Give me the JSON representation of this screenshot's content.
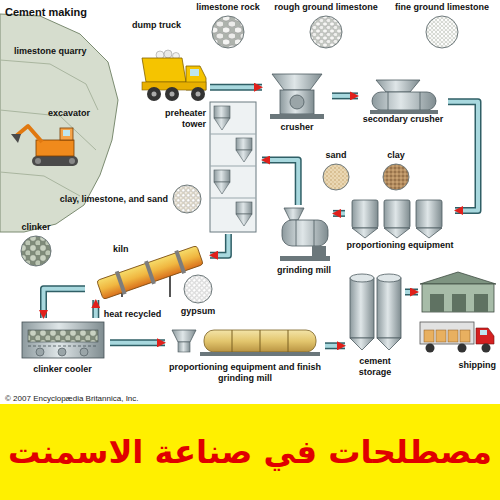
{
  "diagram": {
    "title": "Cement making",
    "caption": "مصطلحات في صناعة الاسمنت",
    "nodes": [
      {
        "text": [
          "limestone rock"
        ]
      },
      {
        "text": [
          "rough ground limestone"
        ]
      },
      {
        "text": [
          "fine ground limestone"
        ]
      },
      {
        "text": [
          "dump truck"
        ]
      },
      {
        "text": [
          "crusher"
        ]
      },
      {
        "text": [
          "secondary crusher"
        ]
      },
      {
        "text": [
          "excavator"
        ]
      },
      {
        "text": [
          "preheater tower"
        ]
      },
      {
        "text": [
          "sand"
        ]
      },
      {
        "text": [
          "clay"
        ]
      },
      {
        "text": [
          "clay, limestone, and sand"
        ]
      },
      {
        "text": [
          "proportioning equipment"
        ]
      },
      {
        "text": [
          "clinker"
        ]
      },
      {
        "text": [
          "kiln"
        ]
      },
      {
        "text": [
          "grinding mill"
        ]
      },
      {
        "text": [
          "gypsum"
        ]
      },
      {
        "text": [
          "clinker cooler"
        ]
      },
      {
        "text": [
          "cement storage"
        ]
      },
      {
        "text": [
          "shipping"
        ]
      },
      {
        "text": [
          "proportioning equipment and finish grinding mill"
        ]
      }
    ],
    "edges": [
      {
        "from": 3,
        "to": 4,
        "arrow": "to"
      },
      {
        "from": 4,
        "to": 5,
        "arrow": "to"
      },
      {
        "from": 5,
        "to": 11,
        "arrow": "to"
      },
      {
        "from": 11,
        "to": 14,
        "arrow": "to"
      },
      {
        "from": 14,
        "to": 7,
        "arrow": "to"
      },
      {
        "from": 7,
        "to": 13,
        "arrow": "to"
      },
      {
        "from": 13,
        "to": 16,
        "arrow": "to"
      },
      {
        "from": 16,
        "to": 13,
        "label": "heat recycled",
        "arrow": "to"
      },
      {
        "from": 16,
        "to": 19,
        "arrow": "to"
      },
      {
        "from": 19,
        "to": 17,
        "arrow": "to"
      },
      {
        "from": 17,
        "to": 18,
        "arrow": "to"
      }
    ],
    "labels": [
      "limestone quarry",
      "© 2007 Encyclopædia Britannica, Inc."
    ]
  }
}
